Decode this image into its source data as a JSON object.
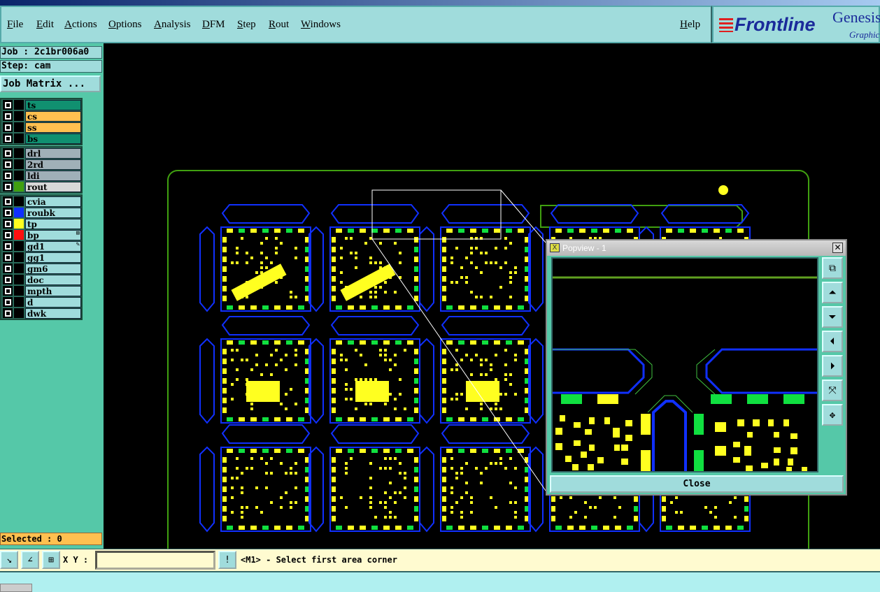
{
  "menu": {
    "items": [
      "File",
      "Edit",
      "Actions",
      "Options",
      "Analysis",
      "DFM",
      "Step",
      "Rout",
      "Windows"
    ],
    "help": "Help"
  },
  "logo": {
    "brand": "Frontline",
    "product": "Genesis",
    "sub": "Graphic"
  },
  "job": {
    "job_label": "Job : 2c1br006a0",
    "step_label": "Step: cam",
    "matrix_button": "Job Matrix ..."
  },
  "layers": [
    [
      {
        "name": "ts",
        "bg": "#109070",
        "sw": "#000"
      },
      {
        "name": "cs",
        "bg": "#ffc050",
        "sw": "#000"
      },
      {
        "name": "ss",
        "bg": "#ffc050",
        "sw": "#000"
      },
      {
        "name": "bs",
        "bg": "#109070",
        "sw": "#000"
      }
    ],
    [
      {
        "name": "drl",
        "bg": "#a0b0b8",
        "sw": "#000"
      },
      {
        "name": "2rd",
        "bg": "#a0b0b8",
        "sw": "#000"
      },
      {
        "name": "ldi",
        "bg": "#a0b0b8",
        "sw": "#000"
      },
      {
        "name": "rout",
        "bg": "#d8d8d8",
        "sw": "#40a010"
      }
    ],
    [
      {
        "name": "cvia",
        "bg": "#a0dcdc",
        "sw": "#000"
      },
      {
        "name": "roubk",
        "bg": "#a0dcdc",
        "sw": "#1030ff"
      },
      {
        "name": "tp",
        "bg": "#a0dcdc",
        "sw": "#ffff20"
      },
      {
        "name": "bp",
        "bg": "#a0dcdc",
        "sw": "#ff1010",
        "mark": "⊞"
      },
      {
        "name": "gd1",
        "bg": "#a0dcdc",
        "sw": "#000",
        "mark": "✎"
      },
      {
        "name": "gg1",
        "bg": "#a0dcdc",
        "sw": "#000"
      },
      {
        "name": "gm6",
        "bg": "#a0dcdc",
        "sw": "#000"
      },
      {
        "name": "doc",
        "bg": "#a0dcdc",
        "sw": "#000"
      },
      {
        "name": "mpth",
        "bg": "#a0dcdc",
        "sw": "#000"
      },
      {
        "name": "d",
        "bg": "#a0dcdc",
        "sw": "#000"
      },
      {
        "name": "dwk",
        "bg": "#a0dcdc",
        "sw": "#000"
      }
    ]
  ],
  "selected": "Selected : 0",
  "bottom": {
    "xy_label": "X Y :",
    "xy_value": "",
    "message": "<M1> - Select first area corner"
  },
  "popview": {
    "title": "Popview - 1",
    "close": "Close"
  },
  "colors": {
    "pad": "#ffff20",
    "smd": "#10e040",
    "rout": "#1030ff",
    "outline": "#40a010"
  }
}
